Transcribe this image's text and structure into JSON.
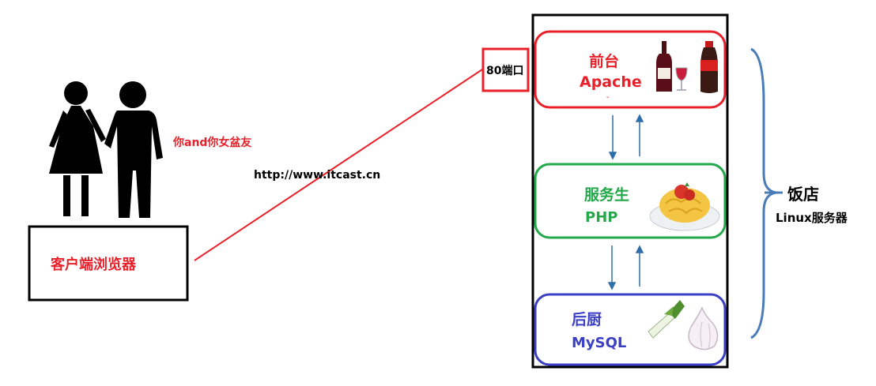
{
  "client": {
    "couple_label": "你and你女盆友",
    "browser_label": "客户端浏览器",
    "url_label": "http://www.itcast.cn"
  },
  "server": {
    "port_label": "80端口",
    "frontend": {
      "title": "前台",
      "subtitle": "Apache",
      "dot": "-"
    },
    "middle": {
      "title": "服务生",
      "subtitle": "PHP"
    },
    "backend": {
      "title": "后厨",
      "subtitle": "MySQL"
    },
    "group_title": "饭店",
    "group_subtitle": "Linux服务器"
  },
  "colors": {
    "red": "#e8202a",
    "green": "#23a84a",
    "blue": "#3a3fc4",
    "arrow": "#2f6ea8",
    "brace": "#4a7db8",
    "black": "#000000"
  },
  "icons": [
    "couple-icon",
    "wine-bottle-icon",
    "wine-glass-icon",
    "cola-bottle-icon",
    "spaghetti-icon",
    "leek-icon",
    "garlic-icon"
  ]
}
